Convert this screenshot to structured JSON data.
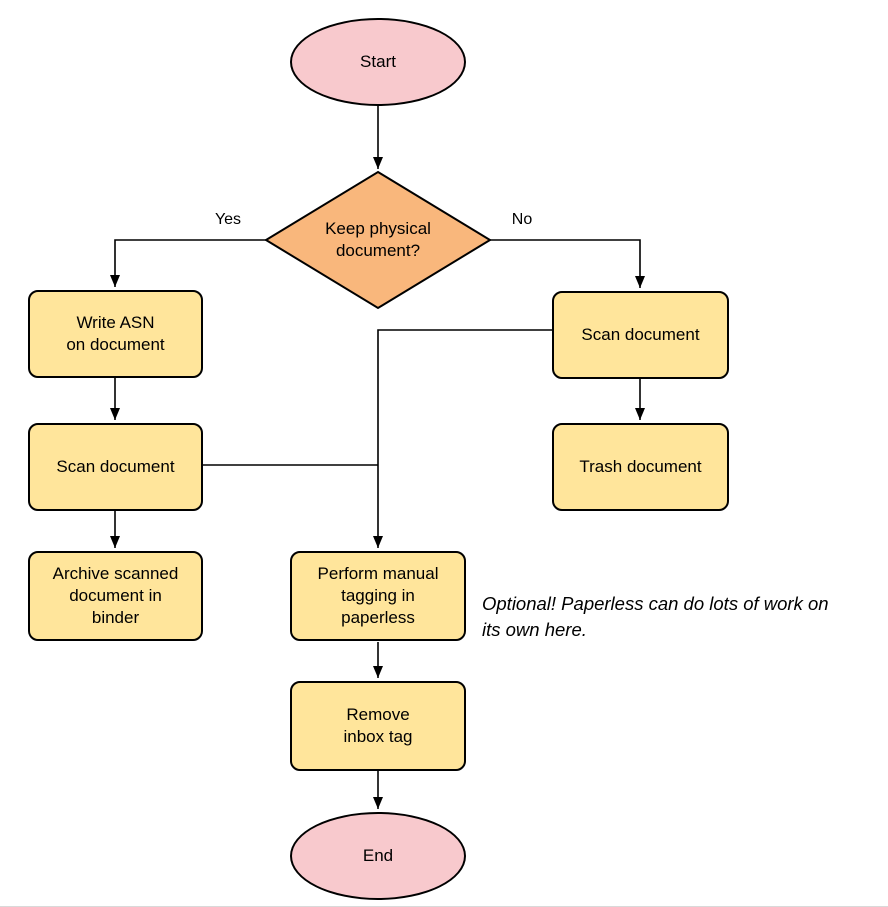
{
  "diagram": {
    "nodes": {
      "start": {
        "label": "Start"
      },
      "decision": {
        "label": "Keep physical\ndocument?"
      },
      "write_asn": {
        "label": "Write ASN\non document"
      },
      "scan_left": {
        "label": "Scan document"
      },
      "archive": {
        "label": "Archive scanned\ndocument in\nbinder"
      },
      "scan_right": {
        "label": "Scan document"
      },
      "trash": {
        "label": "Trash document"
      },
      "tagging": {
        "label": "Perform manual\ntagging in\npaperless"
      },
      "remove_inbox": {
        "label": "Remove\ninbox tag"
      },
      "end": {
        "label": "End"
      }
    },
    "edge_labels": {
      "yes": "Yes",
      "no": "No"
    },
    "annotation": "Optional! Paperless can do lots of work on\nits own here.",
    "colors": {
      "terminator_fill": "#f8c9cd",
      "decision_fill": "#f9b77c",
      "process_fill": "#ffe59b",
      "stroke": "#000000"
    }
  }
}
